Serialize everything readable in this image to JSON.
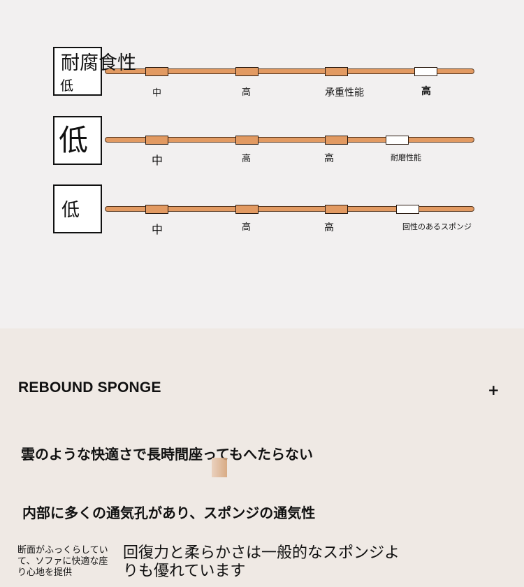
{
  "rows": [
    {
      "box_label": "低",
      "overlay_title": "耐腐食性",
      "markers": [
        "orange",
        "orange",
        "orange",
        "white"
      ],
      "labels": [
        "中",
        "高",
        "承重性能",
        "高"
      ]
    },
    {
      "box_label": "低",
      "markers": [
        "orange",
        "orange",
        "orange",
        "white"
      ],
      "labels": [
        "中",
        "高",
        "高",
        "耐磨性能"
      ]
    },
    {
      "box_label": "低",
      "markers": [
        "orange",
        "orange",
        "orange",
        "white"
      ],
      "labels": [
        "中",
        "高",
        "高",
        "回性のあるスポンジ"
      ]
    }
  ],
  "section": {
    "title": "REBOUND SPONGE",
    "expand_icon": "+",
    "line1": "雲のような快適さで長時間座ってもへたらない",
    "line2": "内部に多くの通気孔があり、スポンジの通気性",
    "small_text": "断面がふっくらしていて、ソファに快適な座り心地を提供",
    "big_text": "回復力と柔らかさは一般的なスポンジよりも優れています"
  },
  "colors": {
    "bar": "#e29a62",
    "top_bg": "#f2f0f0",
    "bottom_bg": "#efe9e4"
  }
}
